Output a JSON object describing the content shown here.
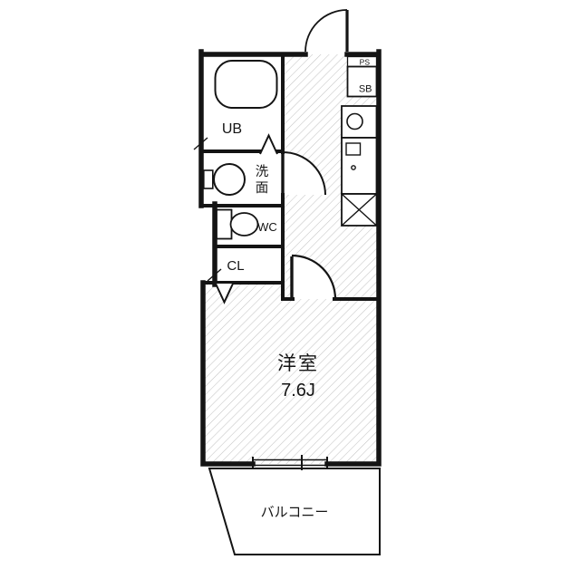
{
  "floorplan": {
    "labels": {
      "unit_bath": "UB",
      "washroom_chars": [
        "洗",
        "面"
      ],
      "toilet": "WC",
      "closet": "CL",
      "pipe_space": "PS",
      "shoe_box": "SB",
      "main_room_name": "洋室",
      "main_room_size": "7.6J",
      "balcony": "バルコニー"
    },
    "colors": {
      "wall": "#141414",
      "hatch": "#c4c4c4",
      "background": "#ffffff"
    }
  }
}
